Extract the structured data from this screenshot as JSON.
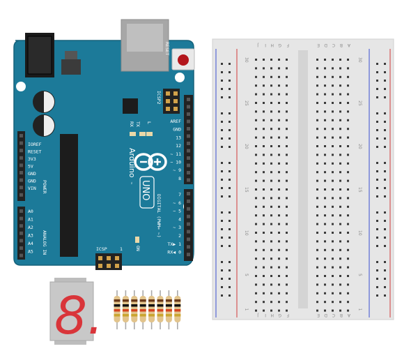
{
  "arduino": {
    "reset_label": "RESET",
    "icsp2_label": "ICSP2",
    "icsp_label": "ICSP",
    "icsp_pin1": "1",
    "led_l": "L",
    "led_tx": "TX",
    "led_rx": "RX",
    "on_label": "ON",
    "brand": "Arduino",
    "model": "UNO",
    "trademark": "™",
    "power_header_title": "POWER",
    "analog_header_title": "ANALOG IN",
    "digital_title": "DIGITAL (PWM= ~)",
    "power_pins": [
      "IOREF",
      "RESET",
      "3V3",
      "5V",
      "GND",
      "GND",
      "VIN"
    ],
    "analog_pins": [
      "A0",
      "A1",
      "A2",
      "A3",
      "A4",
      "A5"
    ],
    "digital_top_pins": [
      "AREF",
      "GND",
      "13",
      "12",
      "~ 11",
      "~ 10",
      "~ 9",
      "8"
    ],
    "digital_bottom_pins": [
      "7",
      "~ 6",
      "~ 5",
      "4",
      "~ 3",
      "2",
      "TX▶ 1",
      "RX◀ 0"
    ],
    "colors": {
      "board": "#1c7a99",
      "board_edge": "#16627b",
      "header": "#222222",
      "reset_btn": "#b3161c"
    }
  },
  "breadboard": {
    "column_letters_left": [
      "J",
      "I",
      "H",
      "G",
      "F"
    ],
    "column_letters_right": [
      "E",
      "D",
      "C",
      "B",
      "A"
    ],
    "row_numbers": [
      "30",
      "25",
      "20",
      "15",
      "10",
      "5",
      "1"
    ],
    "colors": {
      "body": "#e6e6e6",
      "rail_red": "#d23a3a",
      "rail_blue": "#3a4fd2"
    }
  },
  "seven_segment": {
    "digit": "8.",
    "color": "#d9353a"
  },
  "resistors": {
    "count": 8,
    "bands": [
      "#6b3b1a",
      "#111111",
      "#d6451f",
      "#caa52f"
    ]
  }
}
